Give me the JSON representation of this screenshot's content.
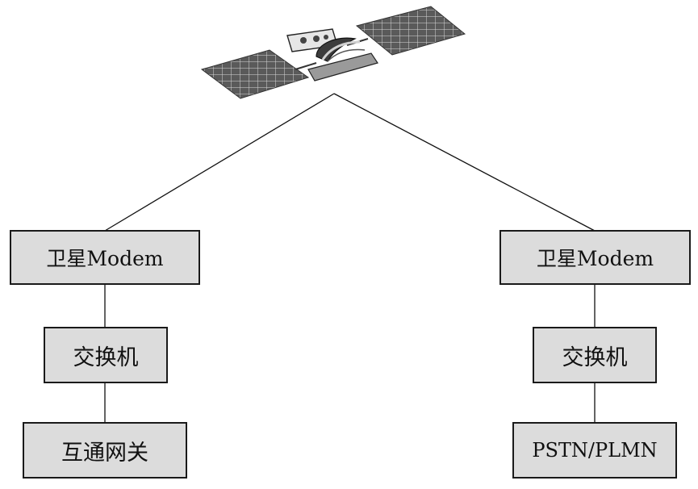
{
  "diagram": {
    "satellite": {
      "icon": "satellite-icon"
    },
    "left": {
      "modem": "卫星Modem",
      "switch": "交换机",
      "gateway": "互通网关"
    },
    "right": {
      "modem": "卫星Modem",
      "switch": "交换机",
      "network": "PSTN/PLMN"
    }
  }
}
